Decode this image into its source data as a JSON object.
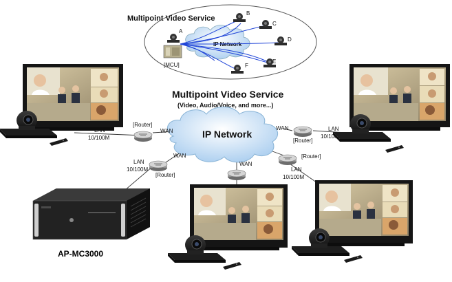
{
  "inset": {
    "title": "Multipoint Video Service",
    "cloud_label": "IP Network",
    "mcu_label": "[MCU]",
    "node_labels": [
      "A",
      "B",
      "C",
      "D",
      "E",
      "F"
    ]
  },
  "main": {
    "title": "Multipoint Video Service",
    "subtitle": "(Video, Audio/Voice, and more...)",
    "cloud_label": "IP Network",
    "router_label": "[Router]",
    "wan_label": "WAN",
    "lan_label": "LAN",
    "speed_label": "10/100M",
    "mcu_device_name": "AP-MC3000"
  },
  "colors": {
    "cloud": "#bcd8f2",
    "link": "#1f44d8",
    "screen_frame": "#151515",
    "device": "#1c1c1c"
  }
}
